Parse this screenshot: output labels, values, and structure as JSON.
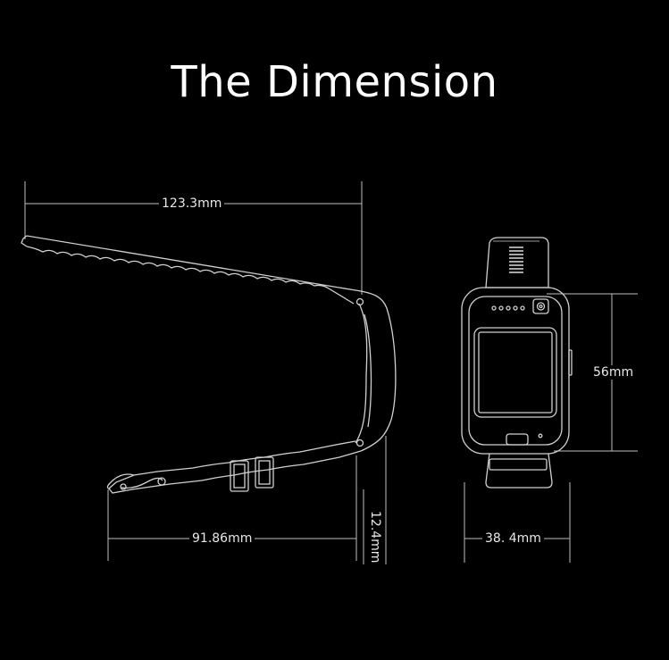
{
  "title": "The Dimension",
  "dimensions": {
    "band_length": "123.3mm",
    "band_inner": "91.86mm",
    "thickness": "12.4mm",
    "watch_height": "56mm",
    "watch_width": "38. 4mm"
  },
  "colors": {
    "background": "#000000",
    "line": "#cfcfcf",
    "text": "#ffffff"
  }
}
